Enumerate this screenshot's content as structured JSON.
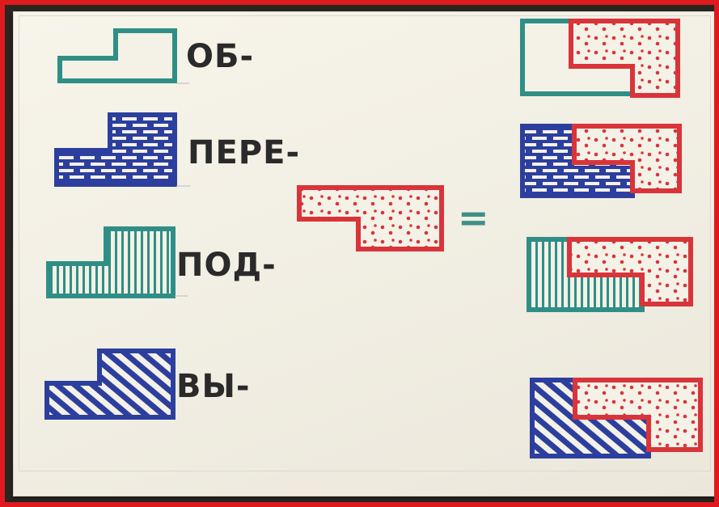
{
  "prefixes": [
    {
      "text": "ОБ-"
    },
    {
      "text": "ПЕРЕ-"
    },
    {
      "text": "ПОД-"
    },
    {
      "text": "ВЫ-"
    }
  ],
  "equals_sign": "=",
  "colors": {
    "frame": "#e0191e",
    "teal": "#2f8f86",
    "blue": "#2c3f9e",
    "red": "#d8343a",
    "board": "#f4f1e7"
  }
}
